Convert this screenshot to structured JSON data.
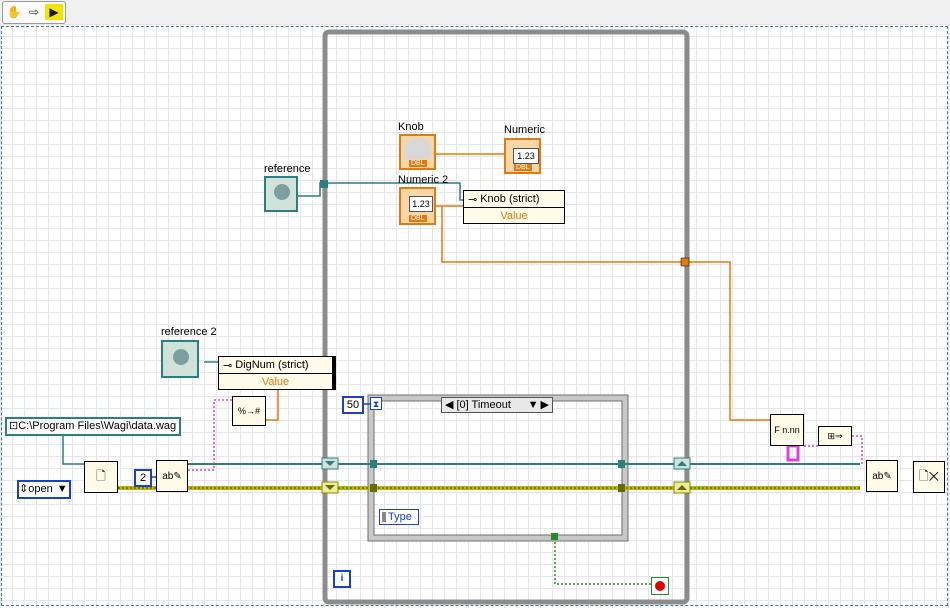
{
  "toolbar": {
    "icons": [
      "hand-tool-icon",
      "step-arrow-icon",
      "run-arrow-icon"
    ]
  },
  "labels": {
    "knob": "Knob",
    "numeric": "Numeric",
    "numeric2": "Numeric 2",
    "reference": "reference",
    "reference2": "reference 2"
  },
  "terminals": {
    "numeric_display": "1.23",
    "numeric2_display": "1.23",
    "dbl_tag": "DBL"
  },
  "property_nodes": {
    "knob_strict": {
      "header": "Knob (strict)",
      "value": "Value"
    },
    "dignum_strict": {
      "header": "DigNum (strict)",
      "value": "Value"
    }
  },
  "constants": {
    "file_path": "C:\\Program Files\\Wagi\\data.wag",
    "open_mode": "open",
    "num_2": "2",
    "timeout_ms": "50"
  },
  "case_structure": {
    "selector": "[0] Timeout",
    "type_label": "Type"
  },
  "loop": {
    "iteration_label": "i"
  },
  "colors": {
    "refnum_wire": "#2c7f7f",
    "dbl_wire": "#e07b0f",
    "error_wire": "#b8b800",
    "string_wire": "#e040e0",
    "loop_frame": "#8c8c8c"
  }
}
